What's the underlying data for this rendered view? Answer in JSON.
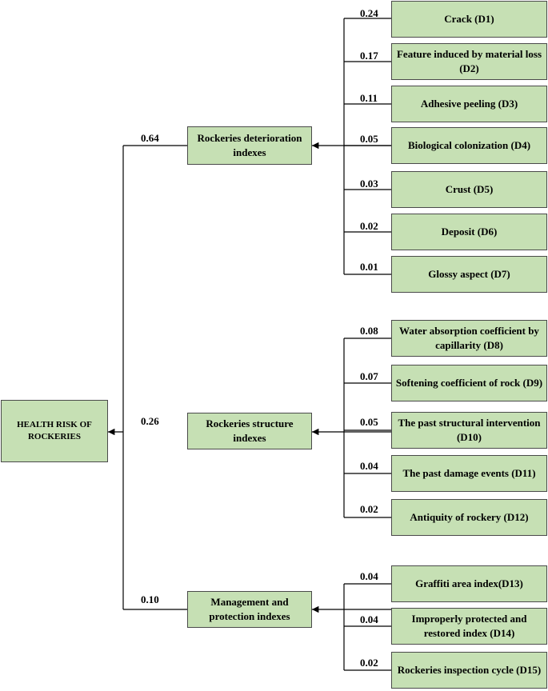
{
  "root": {
    "label": "HEALTH RISK OF ROCKERIES"
  },
  "groups": [
    {
      "label": "Rockeries deterioration indexes",
      "weight": "0.64",
      "indicators": [
        {
          "label": "Crack (D1)",
          "weight": "0.24"
        },
        {
          "label": "Feature induced by material loss (D2)",
          "weight": "0.17"
        },
        {
          "label": "Adhesive peeling (D3)",
          "weight": "0.11"
        },
        {
          "label": "Biological colonization (D4)",
          "weight": "0.05"
        },
        {
          "label": "Crust (D5)",
          "weight": "0.03"
        },
        {
          "label": "Deposit (D6)",
          "weight": "0.02"
        },
        {
          "label": "Glossy aspect (D7)",
          "weight": "0.01"
        }
      ]
    },
    {
      "label": "Rockeries structure indexes",
      "weight": "0.26",
      "indicators": [
        {
          "label": "Water absorption coefficient by capillarity (D8)",
          "weight": "0.08"
        },
        {
          "label": "Softening coefficient of rock (D9)",
          "weight": "0.07"
        },
        {
          "label": "The past structural intervention (D10)",
          "weight": "0.05"
        },
        {
          "label": "The past damage events (D11)",
          "weight": "0.04"
        },
        {
          "label": "Antiquity of rockery (D12)",
          "weight": "0.02"
        }
      ]
    },
    {
      "label": "Management and protection indexes",
      "weight": "0.10",
      "indicators": [
        {
          "label": "Graffiti area index(D13)",
          "weight": "0.04"
        },
        {
          "label": "Improperly protected and restored index (D14)",
          "weight": "0.04"
        },
        {
          "label": "Rockeries inspection cycle (D15)",
          "weight": "0.02"
        }
      ]
    }
  ],
  "colors": {
    "box_fill": "#c6e0b4",
    "box_border": "#4a4a4a",
    "line": "#000000"
  }
}
